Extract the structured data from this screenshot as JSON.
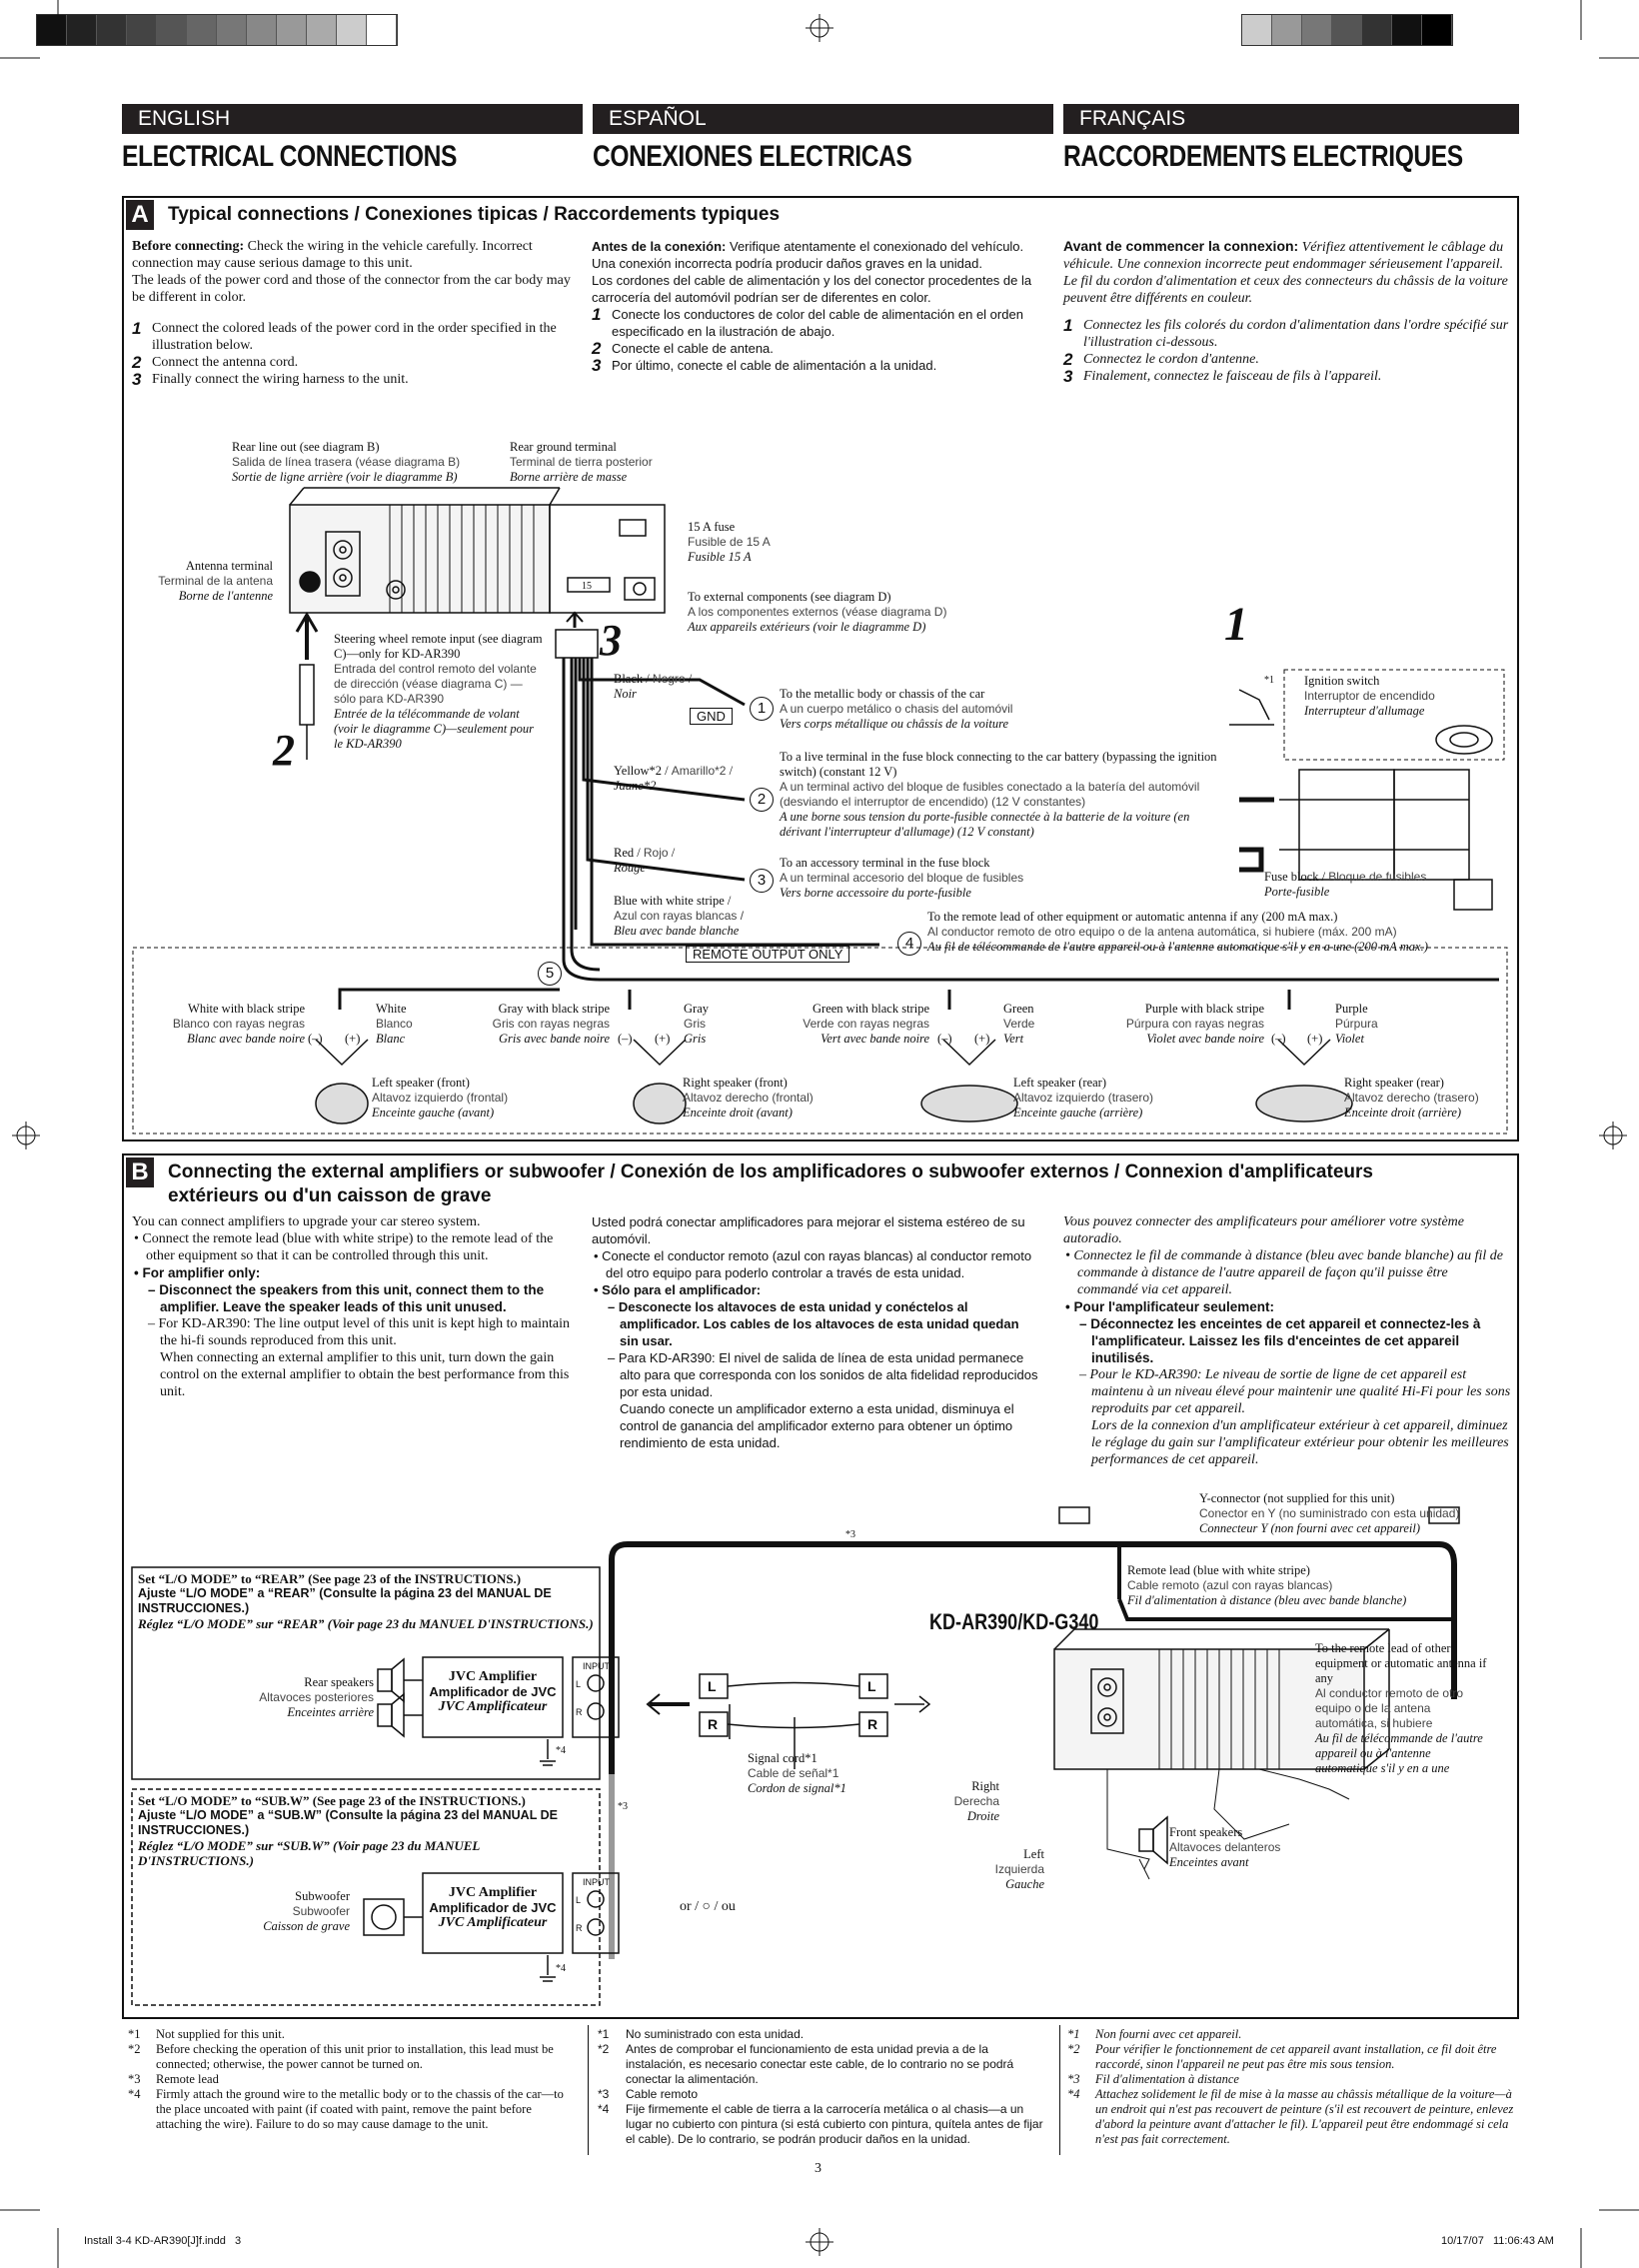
{
  "langs": {
    "en": "ENGLISH",
    "es": "ESPAÑOL",
    "fr": "FRANÇAIS"
  },
  "titles": {
    "en": "ELECTRICAL CONNECTIONS",
    "es": "CONEXIONES ELECTRICAS",
    "fr": "RACCORDEMENTS ELECTRIQUES"
  },
  "sectionA": {
    "badge": "A",
    "title": "Typical connections / Conexiones tipicas / Raccordements typiques",
    "en": {
      "intro_bold": "Before connecting:",
      "intro": "Check the wiring in the vehicle carefully. Incorrect connection may cause serious damage to this unit.",
      "intro2": "The leads of the power cord and those of the connector from the car body may be different in color.",
      "steps": [
        "Connect the colored leads of the power cord in the order specified in the illustration below.",
        "Connect the antenna cord.",
        "Finally connect the wiring harness to the unit."
      ]
    },
    "es": {
      "intro_bold": "Antes de la conexión:",
      "intro": "Verifique atentamente el conexionado del vehículo. Una conexión incorrecta podría producir daños graves en la unidad.",
      "intro2": "Los cordones del cable de alimentación y los del conector procedentes de la carrocería del automóvil podrían ser de diferentes en color.",
      "steps": [
        "Conecte los conductores de color del cable de alimentación en el orden especificado en la ilustración de abajo.",
        "Conecte el cable de antena.",
        "Por último, conecte el cable de alimentación a la unidad."
      ]
    },
    "fr": {
      "intro_bold": "Avant de commencer la connexion:",
      "intro": "Vérifiez attentivement le câblage du véhicule. Une connexion incorrecte peut endommager sérieusement l'appareil.",
      "intro2": "Le fil du cordon d'alimentation et ceux des connecteurs du châssis de la voiture peuvent être différents en couleur.",
      "steps": [
        "Connectez les fils colorés du cordon d'alimentation dans l'ordre spécifié sur l'illustration ci-dessous.",
        "Connectez le cordon d'antenne.",
        "Finalement, connectez le faisceau de fils à l'appareil."
      ]
    },
    "step_nums": [
      "1",
      "2",
      "3"
    ],
    "diagram": {
      "rear_line_out": {
        "en": "Rear line out (see diagram B)",
        "es": "Salida de línea trasera (véase diagrama B)",
        "fr": "Sortie de ligne arrière (voir le diagramme B)"
      },
      "rear_ground": {
        "en": "Rear ground terminal",
        "es": "Terminal de tierra posterior",
        "fr": "Borne arrière de masse"
      },
      "antenna": {
        "en": "Antenna terminal",
        "es": "Terminal de la antena",
        "fr": "Borne de l'antenne"
      },
      "fuse": {
        "en": "15 A fuse",
        "es": "Fusible de 15 A",
        "fr": "Fusible 15 A"
      },
      "fuse_mark": "15",
      "external": {
        "en": "To external components (see diagram D)",
        "es": "A los componentes externos (véase diagrama D)",
        "fr": "Aux appareils extérieurs (voir le diagramme D)"
      },
      "steering": {
        "en": "Steering wheel remote input (see diagram C)—only for KD-AR390",
        "es": "Entrada del control remoto del volante de dirección (véase diagrama C) —sólo para KD-AR390",
        "fr": "Entrée de la télécommande de volant (voir le diagramme C)—seulement pour le KD-AR390"
      },
      "big_nums": {
        "one": "1",
        "two": "2",
        "three": "3"
      },
      "wire_black": {
        "en": "Black",
        "es": "Negro",
        "fr": "Noir"
      },
      "gnd": "GND",
      "w1": {
        "en": "To the metallic body or chassis of the car",
        "es": "A un cuerpo metálico o chasis del automóvil",
        "fr": "Vers corps métallique ou châssis de la voiture"
      },
      "wire_yellow": {
        "en": "Yellow*2",
        "es": "Amarillo*2",
        "fr": "Jaune*2"
      },
      "w2": {
        "en": "To a live terminal in the fuse block connecting to the car battery (bypassing the ignition switch) (constant 12 V)",
        "es": "A un terminal activo del bloque de fusibles conectado a la batería del automóvil (desviando el interruptor de encendido) (12 V constantes)",
        "fr": "A une borne sous tension du porte-fusible connectée à la batterie de la voiture (en dérivant l'interrupteur d'allumage) (12 V constant)"
      },
      "wire_red": {
        "en": "Red",
        "es": "Rojo",
        "fr": "Rouge"
      },
      "w3": {
        "en": "To an accessory terminal in the fuse block",
        "es": "A un terminal accesorio del bloque de fusibles",
        "fr": "Vers borne accessoire du porte-fusible"
      },
      "wire_blue": {
        "en": "Blue with white stripe",
        "es": "Azul con rayas blancas",
        "fr": "Bleu avec bande blanche"
      },
      "remote_output": "REMOTE OUTPUT ONLY",
      "w4": {
        "en": "To the remote lead of other equipment or automatic antenna if any (200 mA max.)",
        "es": "Al conductor remoto de otro equipo o de la antena automática, si hubiere (máx. 200 mA)",
        "fr": "Au fil de télécommande de l'autre appareil ou à l'antenne automatique s'il y en a une (200 mA max.)"
      },
      "circ": [
        "1",
        "2",
        "3",
        "4",
        "5"
      ],
      "ignition": {
        "en": "Ignition switch",
        "es": "Interruptor de encendido",
        "fr": "Interrupteur d'allumage"
      },
      "fuseblock": {
        "en": "Fuse block",
        "es": "Bloque de fusibles",
        "fr": "Porte-fusible"
      },
      "star1": "*1",
      "speakers": [
        {
          "neg": {
            "en": "White with black stripe",
            "es": "Blanco con rayas negras",
            "fr": "Blanc avec bande noire"
          },
          "pos": {
            "en": "White",
            "es": "Blanco",
            "fr": "Blanc"
          },
          "name": {
            "en": "Left speaker (front)",
            "es": "Altavoz izquierdo (frontal)",
            "fr": "Enceinte gauche (avant)"
          }
        },
        {
          "neg": {
            "en": "Gray with black stripe",
            "es": "Gris con rayas negras",
            "fr": "Gris avec bande noire"
          },
          "pos": {
            "en": "Gray",
            "es": "Gris",
            "fr": "Gris"
          },
          "name": {
            "en": "Right speaker (front)",
            "es": "Altavoz derecho (frontal)",
            "fr": "Enceinte droit (avant)"
          }
        },
        {
          "neg": {
            "en": "Green with black stripe",
            "es": "Verde con rayas negras",
            "fr": "Vert avec bande noire"
          },
          "pos": {
            "en": "Green",
            "es": "Verde",
            "fr": "Vert"
          },
          "name": {
            "en": "Left speaker (rear)",
            "es": "Altavoz izquierdo (trasero)",
            "fr": "Enceinte gauche (arrière)"
          }
        },
        {
          "neg": {
            "en": "Purple with black stripe",
            "es": "Púrpura con rayas negras",
            "fr": "Violet avec bande noire"
          },
          "pos": {
            "en": "Purple",
            "es": "Púrpura",
            "fr": "Violet"
          },
          "name": {
            "en": "Right speaker (rear)",
            "es": "Altavoz derecho (trasero)",
            "fr": "Enceinte droit (arrière)"
          }
        }
      ],
      "minus": "(–)",
      "plus": "(+)"
    }
  },
  "sectionB": {
    "badge": "B",
    "title": "Connecting the external amplifiers or subwoofer / Conexión de los amplificadores o subwoofer externos / Connexion d'amplificateurs extérieurs ou d'un caisson de grave",
    "en": {
      "p1": "You can connect amplifiers to upgrade your car stereo system.",
      "b1": "Connect the remote lead (blue with white stripe) to the remote lead of the other equipment so that it can be controlled through this unit.",
      "b2": "For amplifier only:",
      "d1": "Disconnect the speakers from this unit, connect them to the amplifier. Leave the speaker leads of this unit unused.",
      "d2": "For KD-AR390: The line output level of this unit is kept high to maintain the hi-fi sounds reproduced from this unit.",
      "d2b": "When connecting an external amplifier to this unit, turn down the gain control on the external amplifier to obtain the best performance from this unit."
    },
    "es": {
      "p1": "Usted podrá conectar amplificadores para mejorar el sistema estéreo de su automóvil.",
      "b1": "Conecte el conductor remoto (azul con rayas blancas) al conductor remoto del otro equipo para poderlo controlar a través de esta unidad.",
      "b2": "Sólo para el amplificador:",
      "d1": "Desconecte los altavoces de esta unidad y conéctelos al amplificador. Los cables de los altavoces de esta unidad quedan sin usar.",
      "d2": "Para KD-AR390: El nivel de salida de línea de esta unidad permanece alto para que corresponda con los sonidos de alta fidelidad reproducidos por esta unidad.",
      "d2b": "Cuando conecte un amplificador externo a esta unidad, disminuya el control de ganancia del amplificador externo para obtener un óptimo rendimiento de esta unidad."
    },
    "fr": {
      "p1": "Vous pouvez connecter des amplificateurs pour améliorer votre système autoradio.",
      "b1": "Connectez le fil de commande à distance (bleu avec bande blanche) au fil de commande à distance de l'autre appareil de façon qu'il puisse être commandé via cet appareil.",
      "b2": "Pour l'amplificateur seulement:",
      "d1": "Déconnectez les enceintes de cet appareil et connectez-les à l'amplificateur. Laissez les fils d'enceintes de cet appareil inutilisés.",
      "d2": "Pour le KD-AR390: Le niveau de sortie de ligne de cet appareil est maintenu à un niveau élevé pour maintenir une qualité Hi-Fi pour les sons reproduits par cet appareil.",
      "d2b": "Lors de la connexion d'un amplificateur extérieur à cet appareil, diminuez le réglage du gain sur l'amplificateur extérieur pour obtenir les meilleures performances de cet appareil."
    },
    "diagram": {
      "yconn": {
        "en": "Y-connector (not supplied for this unit)",
        "es": "Conector en Y (no suministrado con esta unidad)",
        "fr": "Connecteur Y (non fourni avec cet appareil)"
      },
      "remote_lead": {
        "en": "Remote lead (blue with white stripe)",
        "es": "Cable remoto (azul con rayas blancas)",
        "fr": "Fil d'alimentation à distance (bleu avec bande blanche)"
      },
      "model": "KD-AR390/KD-G340",
      "to_remote": {
        "en": "To the remote lead of other equipment or automatic antenna if any",
        "es": "Al conductor remoto de otro equipo o de la antena automática, si hubiere",
        "fr": "Au fil de télécommande de l'autre appareil ou à l'antenne automatique s'il y en a une"
      },
      "rear_box": {
        "l1": "Set “L/O MODE” to “REAR” (See page 23 of the INSTRUCTIONS.)",
        "l2": "Ajuste “L/O MODE” a “REAR” (Consulte la página 23 del MANUAL DE INSTRUCCIONES.)",
        "l3": "Réglez “L/O MODE” sur “REAR” (Voir page 23 du MANUEL D'INSTRUCTIONS.)"
      },
      "subw_box": {
        "l1": "Set “L/O MODE” to “SUB.W” (See page 23 of the INSTRUCTIONS.)",
        "l2": "Ajuste “L/O MODE” a “SUB.W” (Consulte la página 23 del MANUAL DE INSTRUCCIONES.)",
        "l3": "Réglez “L/O MODE” sur “SUB.W” (Voir page 23 du MANUEL D'INSTRUCTIONS.)"
      },
      "rear_speakers": {
        "en": "Rear speakers",
        "es": "Altavoces posteriores",
        "fr": "Enceintes arrière"
      },
      "subwoofer": {
        "en": "Subwoofer",
        "es": "Subwoofer",
        "fr": "Caisson de grave"
      },
      "amp": {
        "en": "JVC Amplifier",
        "es": "Amplificador de JVC",
        "fr": "JVC Amplificateur"
      },
      "input": "INPUT",
      "L": "L",
      "R": "R",
      "signal": {
        "en": "Signal cord*1",
        "es": "Cable de señal*1",
        "fr": "Cordon de signal*1"
      },
      "right": {
        "en": "Right",
        "es": "Derecha",
        "fr": "Droite"
      },
      "left": {
        "en": "Left",
        "es": "Izquierda",
        "fr": "Gauche"
      },
      "front_speakers": {
        "en": "Front speakers",
        "es": "Altavoces delanteros",
        "fr": "Enceintes avant"
      },
      "or": "or / ○ / ou",
      "star3": "*3",
      "star4": "*4"
    }
  },
  "footnotes": {
    "en": [
      [
        "*1",
        "Not supplied for this unit."
      ],
      [
        "*2",
        "Before checking the operation of this unit prior to installation, this lead must be connected; otherwise, the power cannot be turned on."
      ],
      [
        "*3",
        "Remote lead"
      ],
      [
        "*4",
        "Firmly attach the ground wire to the metallic body or to the chassis of the car—to the place uncoated with paint (if coated with paint, remove the paint before attaching the wire). Failure to do so may cause damage to the unit."
      ]
    ],
    "es": [
      [
        "*1",
        "No suministrado con esta unidad."
      ],
      [
        "*2",
        "Antes de comprobar el funcionamiento de esta unidad previa a de la instalación, es necesario conectar este cable, de lo contrario no se podrá conectar la alimentación."
      ],
      [
        "*3",
        "Cable remoto"
      ],
      [
        "*4",
        "Fije firmemente el cable de tierra a la carrocería metálica o al chasis—a un lugar no cubierto con pintura (si está cubierto con pintura, quítela antes de fijar el cable). De lo contrario, se podrán producir daños en la unidad."
      ]
    ],
    "fr": [
      [
        "*1",
        "Non fourni avec cet appareil."
      ],
      [
        "*2",
        "Pour vérifier le fonctionnement de cet appareil avant installation, ce fil doit être raccordé, sinon l'appareil ne peut pas être mis sous tension."
      ],
      [
        "*3",
        "Fil d'alimentation à distance"
      ],
      [
        "*4",
        "Attachez solidement le fil de mise à la masse au châssis métallique de la voiture—à un endroit qui n'est pas recouvert de peinture (s'il est recouvert de peinture, enlevez d'abord la peinture avant d'attacher le fil). L'appareil peut être endommagé si cela n'est pas fait correctement."
      ]
    ]
  },
  "page_number": "3",
  "footer": {
    "file": "Install 3-4 KD-AR390[J]f.indd   3",
    "date": "10/17/07   11:06:43 AM"
  }
}
